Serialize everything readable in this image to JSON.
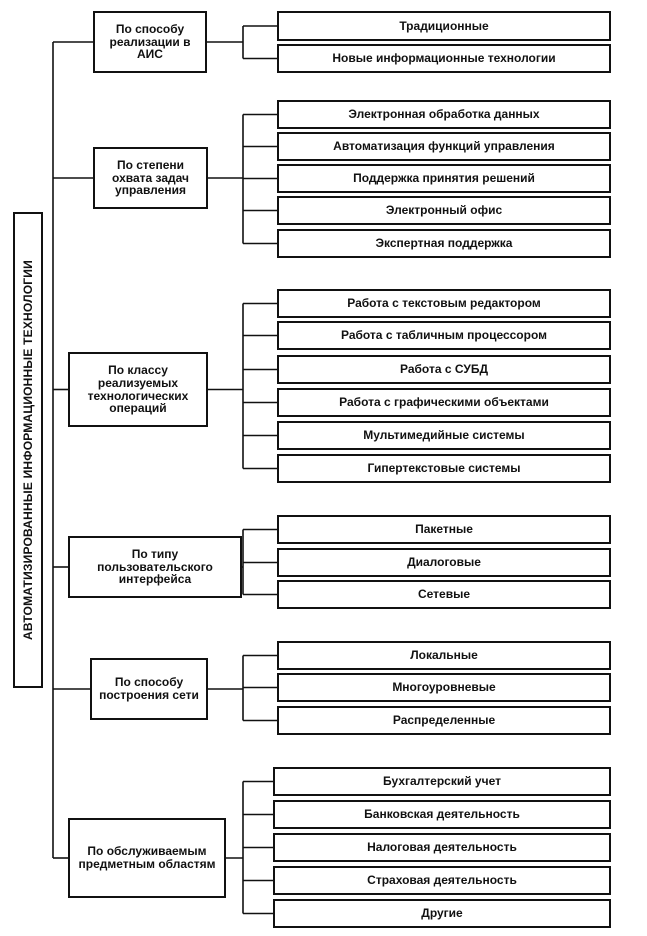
{
  "root": {
    "label": "АВТОМАТИЗИРОВАННЫЕ ИНФОРМАЦИОННЫЕ ТЕХНОЛОГИИ"
  },
  "groups": [
    {
      "label": "По способу реализации в АИС",
      "items": [
        "Традиционные",
        "Новые информационные технологии"
      ]
    },
    {
      "label": "По степени охвата задач управления",
      "items": [
        "Электронная обработка данных",
        "Автоматизация функций управления",
        "Поддержка принятия решений",
        "Электронный офис",
        "Экспертная поддержка"
      ]
    },
    {
      "label": "По классу реализуемых технологических операций",
      "items": [
        "Работа с текстовым редактором",
        "Работа с табличным процессором",
        "Работа с СУБД",
        "Работа с графическими объектами",
        "Мультимедийные системы",
        "Гипертекстовые системы"
      ]
    },
    {
      "label": "По типу пользовательского интерфейса",
      "items": [
        "Пакетные",
        "Диалоговые",
        "Сетевые"
      ]
    },
    {
      "label": "По способу построения сети",
      "items": [
        "Локальные",
        "Многоуровневые",
        "Распределенные"
      ]
    },
    {
      "label": "По обслуживаемым предметным областям",
      "items": [
        "Бухгалтерский учет",
        "Банковская деятельность",
        "Налоговая деятельность",
        "Страховая деятельность",
        "Другие"
      ]
    }
  ]
}
